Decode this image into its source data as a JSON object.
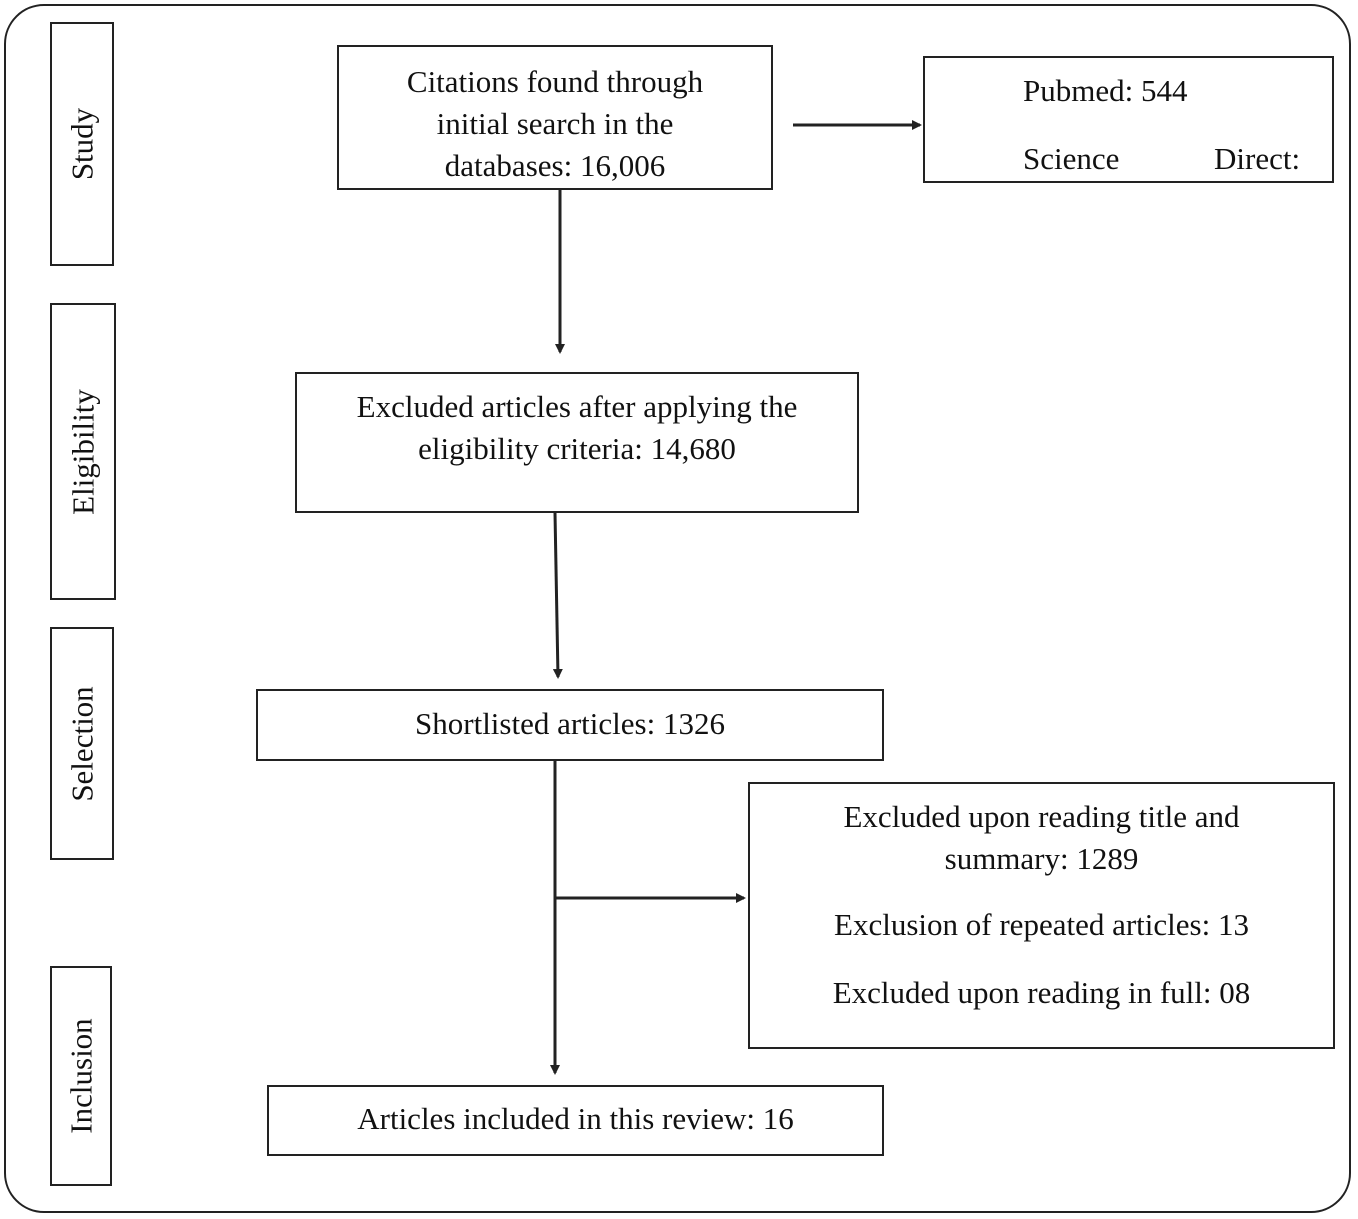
{
  "stages": {
    "study": "Study",
    "eligibility": "Eligibility",
    "selection": "Selection",
    "inclusion": "Inclusion"
  },
  "boxes": {
    "citations": [
      "Citations found through",
      "initial search in the",
      "databases: 16,006"
    ],
    "sources": {
      "pubmed": "Pubmed: 544",
      "science": "Science",
      "direct": "Direct:"
    },
    "excluded_eligibility": [
      "Excluded articles after applying the",
      "eligibility criteria: 14,680"
    ],
    "shortlisted": "Shortlisted articles: 1326",
    "exclusions": {
      "title_summary": [
        "Excluded upon reading title and",
        "summary: 1289"
      ],
      "repeated": "Exclusion of repeated articles: 13",
      "full_reading": "Excluded upon reading in full: 08"
    },
    "included": "Articles included in this review: 16"
  },
  "colors": {
    "stroke": "#222222",
    "background": "#ffffff"
  }
}
